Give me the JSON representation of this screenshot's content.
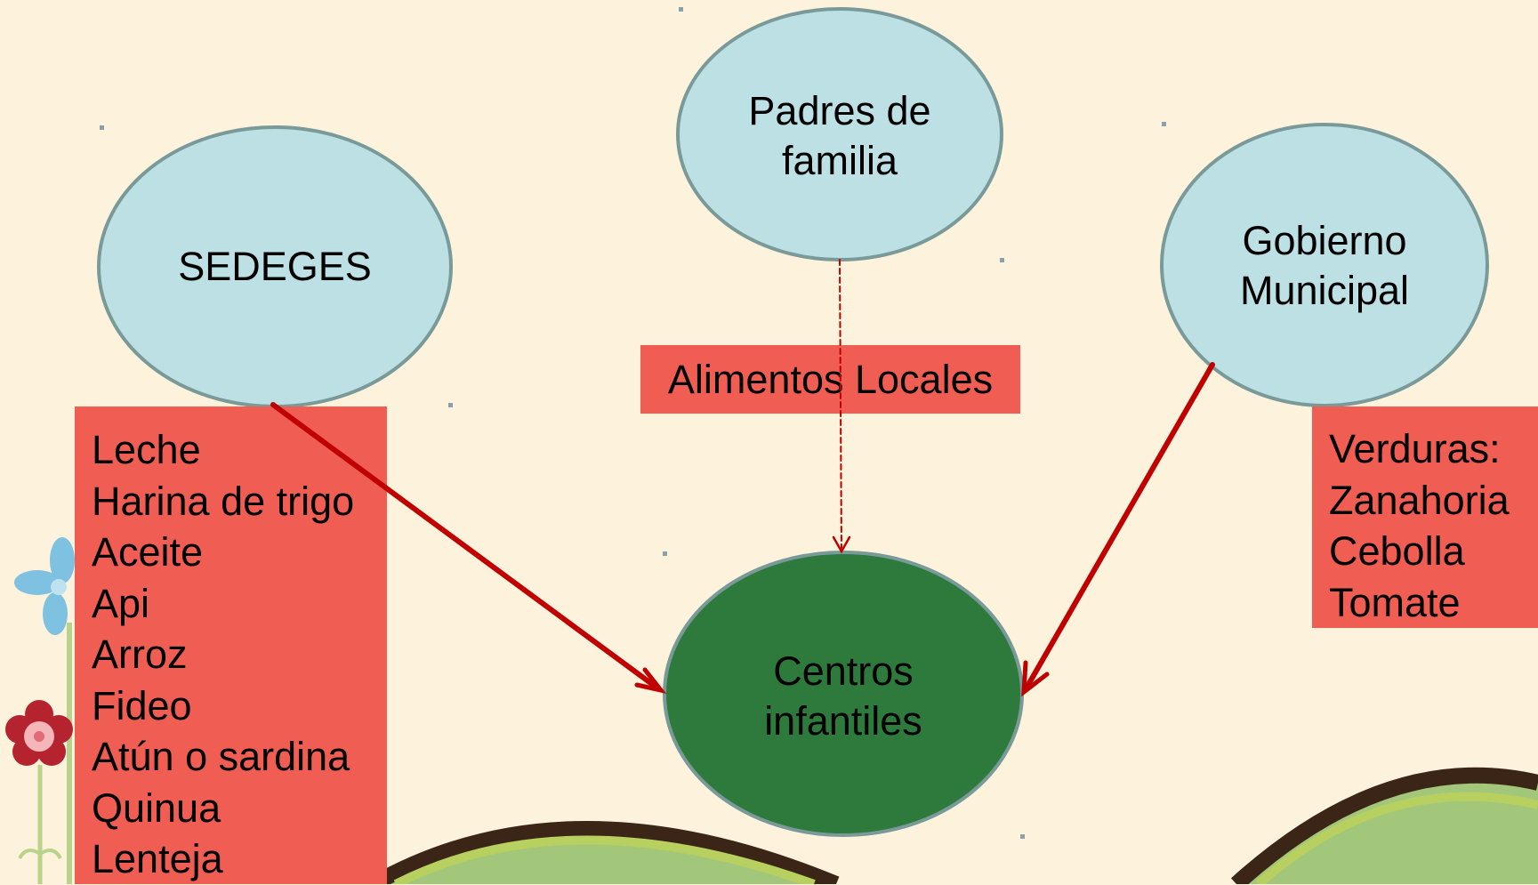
{
  "nodes": {
    "sedeges": {
      "label": "SEDEGES"
    },
    "padres": {
      "label_line1": "Padres de",
      "label_line2": "familia"
    },
    "gobierno": {
      "label_line1": "Gobierno",
      "label_line2": "Municipal"
    },
    "centros": {
      "label_line1": "Centros",
      "label_line2": "infantiles"
    }
  },
  "lists": {
    "sedeges_items": [
      "Leche",
      "Harina de trigo",
      "Aceite",
      "Api",
      "Arroz",
      "Fideo",
      "Atún o sardina",
      "Quinua",
      "Lenteja"
    ],
    "alimentos_label": "Alimentos Locales",
    "verduras_items": [
      "Verduras:",
      "Zanahoria",
      "Cebolla",
      "Tomate"
    ]
  },
  "colors": {
    "background": "#fdf3dc",
    "ellipse_fill": "#bce0e3",
    "ellipse_stroke": "#7a9a9a",
    "centros_fill": "#2d7a3c",
    "box_fill": "#f05d52",
    "arrow": "#c00000"
  }
}
